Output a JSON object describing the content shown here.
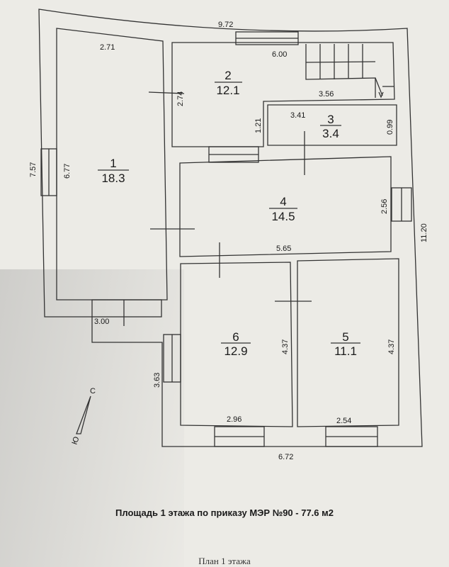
{
  "rooms": [
    {
      "number": "1",
      "area": "18.3"
    },
    {
      "number": "2",
      "area": "12.1"
    },
    {
      "number": "3",
      "area": "3.4"
    },
    {
      "number": "4",
      "area": "14.5"
    },
    {
      "number": "5",
      "area": "11.1"
    },
    {
      "number": "6",
      "area": "12.9"
    }
  ],
  "dimensions": {
    "outer_top": "9.72",
    "room1_top": "2.71",
    "room2_top": "6.00",
    "room2_side": "2.74",
    "stair_bottom": "3.56",
    "corridor_side": "1.21",
    "room3_width": "3.41",
    "room3_height": "0.99",
    "outer_left": "7.57",
    "room1_height": "6.77",
    "room4_side": "2.56",
    "outer_right": "11.20",
    "room4_width": "5.65",
    "porch_width": "3.00",
    "room6_height": "4.37",
    "room5_height": "4.37",
    "porch_side": "3.63",
    "room6_width": "2.96",
    "room5_width": "2.54",
    "outer_bottom": "6.72"
  },
  "compass": {
    "north": "С",
    "south": "Ю"
  },
  "caption": "Площадь 1 этажа по приказу МЭР №90 - 77.6 м2",
  "subtitle": "План 1 этажа"
}
